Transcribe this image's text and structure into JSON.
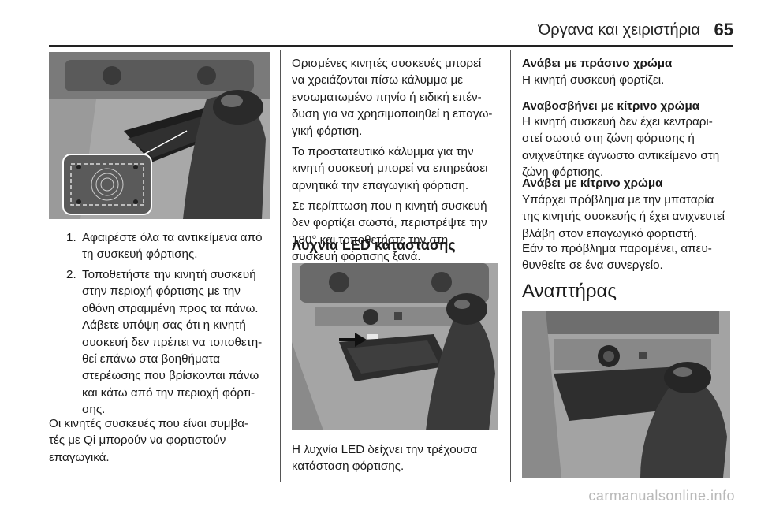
{
  "header": {
    "title": "Όργανα και χειριστήρια",
    "page_number": "65"
  },
  "col1": {
    "steps": [
      {
        "num": "1.",
        "lines": [
          "Αφαιρέστε όλα τα αντικείμενα από",
          "τη συσκευή φόρτισης."
        ]
      },
      {
        "num": "2.",
        "lines": [
          "Τοποθετήστε την κινητή συσκευή",
          "στην περιοχή φόρτισης με την",
          "οθόνη στραμμένη προς τα πάνω.",
          "Λάβετε υπόψη σας ότι η κινητή",
          "συσκευή δεν πρέπει να τοποθετη-",
          "θεί επάνω στα βοηθήματα",
          "στερέωσης που βρίσκονται πάνω",
          "και κάτω από την περιοχή φόρτι-",
          "σης."
        ]
      }
    ],
    "paragraph": [
      "Οι κινητές συσκευές που είναι συμβα-",
      "τές με Qi μπορούν να φορτιστούν",
      "επαγωγικά."
    ]
  },
  "col2": {
    "para1": [
      "Ορισμένες κινητές συσκευές μπορεί",
      "να χρειάζονται πίσω κάλυμμα με",
      "ενσωματωμένο πηνίο ή ειδική επέν-",
      "δυση για να χρησιμοποιηθεί η επαγω-",
      "γική φόρτιση."
    ],
    "para2": [
      "Το προστατευτικό κάλυμμα για την",
      "κινητή συσκευή μπορεί να επηρεάσει",
      "αρνητικά την επαγωγική φόρτιση."
    ],
    "para3": [
      "Σε περίπτωση που η κινητή συσκευή",
      "δεν φορτίζει σωστά, περιστρέψτε την",
      "180° και τοποθετήστε την στη",
      "συσκευή φόρτισης ξανά."
    ],
    "heading": "Λυχνία LED κατάστασης",
    "caption": [
      "Η λυχνία LED δείχνει την τρέχουσα",
      "κατάσταση φόρτισης."
    ]
  },
  "col3": {
    "green_heading": "Ανάβει με πράσινο χρώμα",
    "green_text": [
      "Η κινητή συσκευή φορτίζει."
    ],
    "yellow_flash_heading": "Αναβοσβήνει με κίτρινο χρώμα",
    "yellow_flash_text": [
      "Η κινητή συσκευή δεν έχει κεντραρι-",
      "στεί σωστά στη ζώνη φόρτισης ή",
      "ανιχνεύτηκε άγνωστο αντικείμενο στη",
      "ζώνη φόρτισης."
    ],
    "yellow_heading": "Ανάβει με κίτρινο χρώμα",
    "yellow_text": [
      "Υπάρχει πρόβλημα με την μπαταρία",
      "της κινητής συσκευής ή έχει ανιχνευτεί",
      "βλάβη στον επαγωγικό φορτιστή."
    ],
    "yellow_text2": [
      "Εάν το πρόβλημα παραμένει, απευ-",
      "θυνθείτε σε ένα συνεργείο."
    ],
    "section_title": "Αναπτήρας"
  },
  "footer": {
    "watermark": "carmanualsonline.info"
  }
}
